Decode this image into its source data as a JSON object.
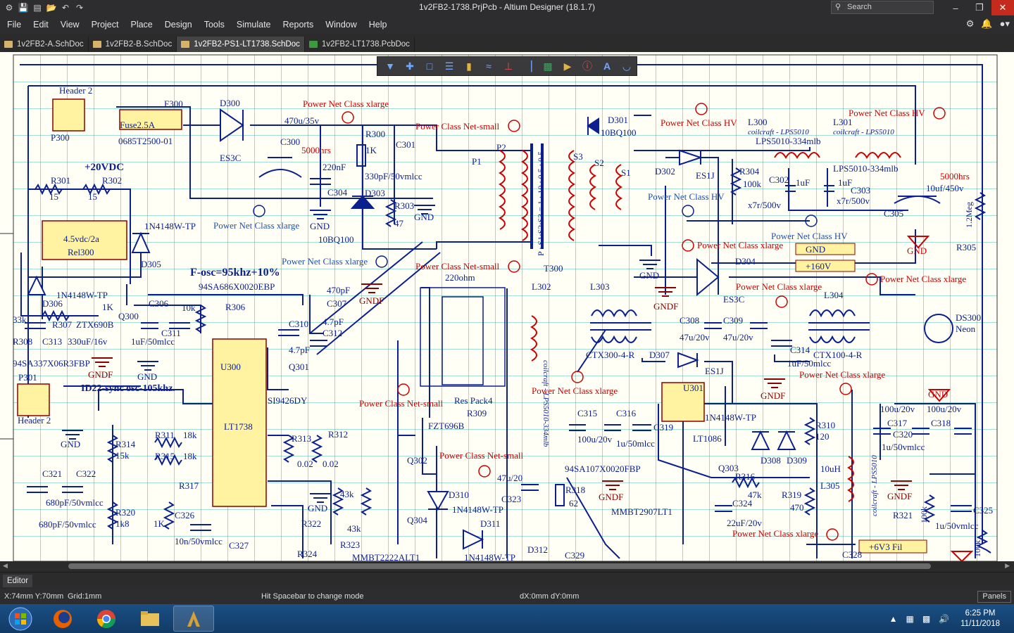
{
  "window": {
    "title": "1v2FB2-1738.PrjPcb - Altium Designer (18.1.7)",
    "search_placeholder": "Search"
  },
  "menu": [
    "File",
    "Edit",
    "View",
    "Project",
    "Place",
    "Design",
    "Tools",
    "Simulate",
    "Reports",
    "Window",
    "Help"
  ],
  "tabs": [
    {
      "label": "1v2FB2-A.SchDoc",
      "active": false,
      "type": "sch"
    },
    {
      "label": "1v2FB2-B.SchDoc",
      "active": false,
      "type": "sch"
    },
    {
      "label": "1v2FB2-PS1-LT1738.SchDoc",
      "active": true,
      "type": "sch"
    },
    {
      "label": "1v2FB2-LT1738.PcbDoc",
      "active": false,
      "type": "pcb"
    }
  ],
  "schematic": {
    "netclass_labels": {
      "xlarge": "Power Net Class xlarge",
      "small": "Power Class Net-small",
      "hv": "Power Net Class HV"
    },
    "notes": {
      "vdc": "+20VDC",
      "fosc": "F-osc=95khz+10%",
      "sync": "ID22-sync osc-105khz.",
      "hours1": "5000hrs",
      "hours2": "5000hrs",
      "coilcraft_a": "coilcraft - LPS5010",
      "coilcraft_b": "coilcraft - LPS5010",
      "coilcraft_v": "coilcraft - LPS5010-334mlb"
    },
    "net_labels": {
      "gnd": "GND",
      "hv160": "+160V",
      "v63": "+6V3 Fil"
    },
    "parts": {
      "header2": "Header 2",
      "p300": "P300",
      "f300": "F300",
      "fuse": "Fuse2.5A",
      "fuse_pn": "0685T2500-01",
      "d300": "D300",
      "es3c": "ES3C",
      "c300": "C300",
      "c300_val": "470u/35v",
      "r300": "R300",
      "r300_val": "1K",
      "c301": "C301",
      "c301_val": "330pF/50vmlcc",
      "c304": "C304",
      "c304_val": "220nF",
      "d303": "D303",
      "d303_val": "10BQ100",
      "r303": "R303",
      "r303_val": "47",
      "p1": "P1",
      "p2": "P2",
      "s1": "S1",
      "s2": "S2",
      "s3": "S3",
      "t300": "T300",
      "t300_ratio": "P : S1:S2:S3 = 1 : 10 : 0.5 : 0.5",
      "d301": "D301",
      "d301_val": "10BQ100",
      "d302": "D302",
      "es1j": "ES1J",
      "r304": "R304",
      "r304_val": "100k",
      "c302": "C302",
      "c302_val": "1uF",
      "c303": "C303",
      "c303_val": "1uF",
      "x7r": "x7r/500v",
      "x7r_b": "x7r/500v",
      "l300": "L300",
      "l301": "L301",
      "l301_val": "LPS5010-334mlb",
      "l300_val": "LPS5010-334mlb",
      "c305": "C305",
      "c305_val": "10uf/450v",
      "r305": "R305",
      "r305_val": "1.2Meg",
      "r301": "R301",
      "r302": "R302",
      "r_15": "15",
      "rel300": "Rel300",
      "rel_val": "4.5vdc/2a",
      "d305": "D305",
      "d305_val": "1N4148W-TP",
      "d306": "D306",
      "d306_val": "1N4148W-TP",
      "r307": "R307",
      "ztx": "ZTX690B",
      "q300": "Q300",
      "r308": "R308",
      "r308_val": "33k",
      "c313": "C313",
      "c313_val": "330uF/16v",
      "part_94sa337": "94SA337X06R3FBP",
      "c306": "C306",
      "c311": "C311",
      "c311_val": "1uF/50mlcc",
      "r306": "R306",
      "r306_val": "10k",
      "r_1k": "1K",
      "part_94sa686": "94SA686X0020EBP",
      "u300": "U300",
      "lt1738": "LT1738",
      "c307": "C307",
      "c307_val": "470pF",
      "c310": "C310",
      "c312": "C312",
      "c312_val": "4.7pF",
      "c310_val": "4.7pF",
      "q301": "Q301",
      "si9426": "SI9426DY",
      "r313": "R313",
      "r312": "R312",
      "r_002": "0.02",
      "r_002b": "0.02",
      "r_220": "220ohm",
      "respack": "Res Pack4",
      "r309": "R309",
      "q302": "Q302",
      "fzt": "FZT696B",
      "d310": "D310",
      "d310_val": "1N4148W-TP",
      "d311": "D311",
      "d311_val": "1N4148W-TP",
      "q304": "Q304",
      "mmbt2222": "MMBT2222ALT1",
      "p301": "P301",
      "r311": "R311",
      "r315": "R315",
      "r_18k": "18k",
      "r_18kb": "18k",
      "r314": "R314",
      "r314_val": "15k",
      "r320": "R320",
      "r320_val": "1k8",
      "r317": "R317",
      "c326": "C326",
      "c326_val": "10n/50vmlcc",
      "c327": "C327",
      "c321": "C321",
      "c322": "C322",
      "c321_val": "680pF/50vmlcc",
      "c322_val": "680pF/50vmlcc",
      "r322": "R322",
      "r323": "R323",
      "r324": "R324",
      "r_43k": "43k",
      "r_43kb": "43k",
      "l302": "L302",
      "l303": "L303",
      "l304": "L304",
      "ctx300": "CTX300-4-R",
      "ctx100": "CTX100-4-R",
      "d304": "D304",
      "es3c_b": "ES3C",
      "c308": "C308",
      "c308_val": "47u/20v",
      "c309": "C309",
      "c309_val": "47u/20v",
      "c314": "C314",
      "c314_val": "1uF/50mlcc",
      "ds300": "DS300",
      "neon": "Neon",
      "d307": "D307",
      "es1j_b": "ES1J",
      "u301": "U301",
      "lt1086": "LT1086",
      "c315": "C315",
      "c316": "C316",
      "c315_val": "100u/20v",
      "c316_val": "1u/50mlcc",
      "c319": "C319",
      "part_94sa107": "94SA107X0020FBP",
      "r318": "R318",
      "r318_val": "62",
      "c323": "C323",
      "c323_val": "47u/20",
      "mmbt2907": "MMBT2907LT1",
      "q303": "Q303",
      "r316": "R316",
      "r316_val": "47k",
      "r319": "R319",
      "r319_val": "470",
      "c324": "C324",
      "c324_val": "22uF/20v",
      "d308": "D308",
      "d309": "D309",
      "d_1n4148": "1N4148W-TP",
      "r310": "R310",
      "r310_val": "120",
      "l305": "L305",
      "l305_val": "10uH",
      "c317": "C317",
      "c318": "C318",
      "c317_val": "100u/20v",
      "c318_val": "100u/20v",
      "c320": "C320",
      "c320_val": "1u/50vmlcc",
      "r321": "R321",
      "r321_val": "100k",
      "c325": "C325",
      "c325_val": "1u/50vmlcc",
      "c328": "C328",
      "c329": "C329",
      "d312": "D312",
      "r_100k_b": "100k",
      "gndf": "GNDF"
    }
  },
  "status": {
    "editor_tab": "Editor",
    "coords": "X:74mm Y:70mm",
    "grid": "Grid:1mm",
    "hint": "Hit Spacebar to change mode",
    "delta": "dX:0mm dY:0mm",
    "panels": "Panels"
  },
  "taskbar": {
    "time": "6:25 PM",
    "date": "11/11/2018"
  },
  "colors": {
    "wire": "#0b1f8f",
    "component": "#8b0000",
    "netclass": "#cc0000",
    "grid": "#0fa3a3",
    "sheet_bg": "#fffff5",
    "part_fill": "#fff2a0"
  }
}
